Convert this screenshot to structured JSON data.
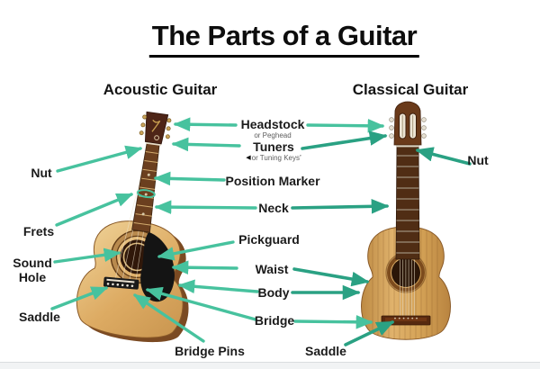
{
  "title": "The Parts of a Guitar",
  "sections": {
    "acoustic": "Acoustic Guitar",
    "classical": "Classical Guitar"
  },
  "labels": {
    "headstock": "Headstock",
    "headstock_alt": "or Peghead",
    "tuners": "Tuners",
    "tuners_alt": "or Tuning Keys",
    "nut_left": "Nut",
    "nut_right": "Nut",
    "position_marker": "Position Marker",
    "neck": "Neck",
    "frets": "Frets",
    "pickguard": "Pickguard",
    "sound_hole_1": "Sound",
    "sound_hole_2": "Hole",
    "waist": "Waist",
    "body": "Body",
    "saddle_acoustic": "Saddle",
    "bridge": "Bridge",
    "bridge_pins": "Bridge Pins",
    "saddle_classical": "Saddle"
  },
  "icons": {
    "tuners_alt_prefix": "◀",
    "tuners_alt_suffix": "’"
  },
  "colors": {
    "arrow_light": "#47c29e",
    "arrow_dark": "#2aa183",
    "acoustic_wood_light": "#eccd92",
    "acoustic_wood": "#dca75f",
    "acoustic_side": "#7b4a22",
    "classical_wood": "#d4a258",
    "dark_fretboard": "#502d14",
    "pickguard_black": "#141414"
  }
}
